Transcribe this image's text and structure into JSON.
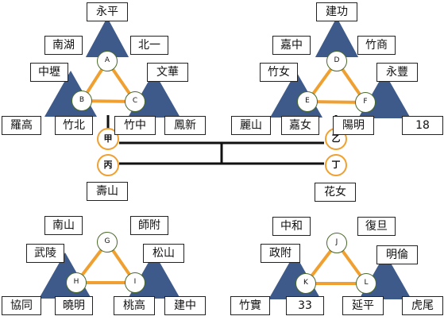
{
  "colors": {
    "triangle": "#3d5a8a",
    "edge": "#f0a030",
    "line": "#111111"
  },
  "groups": [
    {
      "top": "永平",
      "top_left": "南湖",
      "top_right": "北一",
      "left_top": "中壢",
      "left_bottom_left": "羅高",
      "left_bottom_right": "竹北",
      "right_top": "文華",
      "right_bottom_left": "竹中",
      "right_bottom_right": "鳳新",
      "nodes": [
        "A",
        "B",
        "C"
      ]
    },
    {
      "top": "建功",
      "top_left": "嘉中",
      "top_right": "竹商",
      "left_top": "竹女",
      "left_bottom_left": "麗山",
      "left_bottom_right": "嘉女",
      "right_top": "永豐",
      "right_bottom_left": "陽明",
      "right_bottom_right": "18",
      "nodes": [
        "D",
        "E",
        "F"
      ]
    },
    {
      "top": "壽山",
      "top_left": "南山",
      "top_right": "師附",
      "left_top": "武陵",
      "left_bottom_left": "協同",
      "left_bottom_right": "曉明",
      "right_top": "松山",
      "right_bottom_left": "桃高",
      "right_bottom_right": "建中",
      "nodes": [
        "G",
        "H",
        "I"
      ]
    },
    {
      "top": "花女",
      "top_left": "中和",
      "top_right": "復旦",
      "left_top": "政附",
      "left_bottom_left": "竹實",
      "left_bottom_right": "33",
      "right_top": "明倫",
      "right_bottom_left": "延平",
      "right_bottom_right": "虎尾",
      "nodes": [
        "J",
        "K",
        "L"
      ]
    }
  ],
  "seeds": [
    "甲",
    "乙",
    "丙",
    "丁"
  ]
}
